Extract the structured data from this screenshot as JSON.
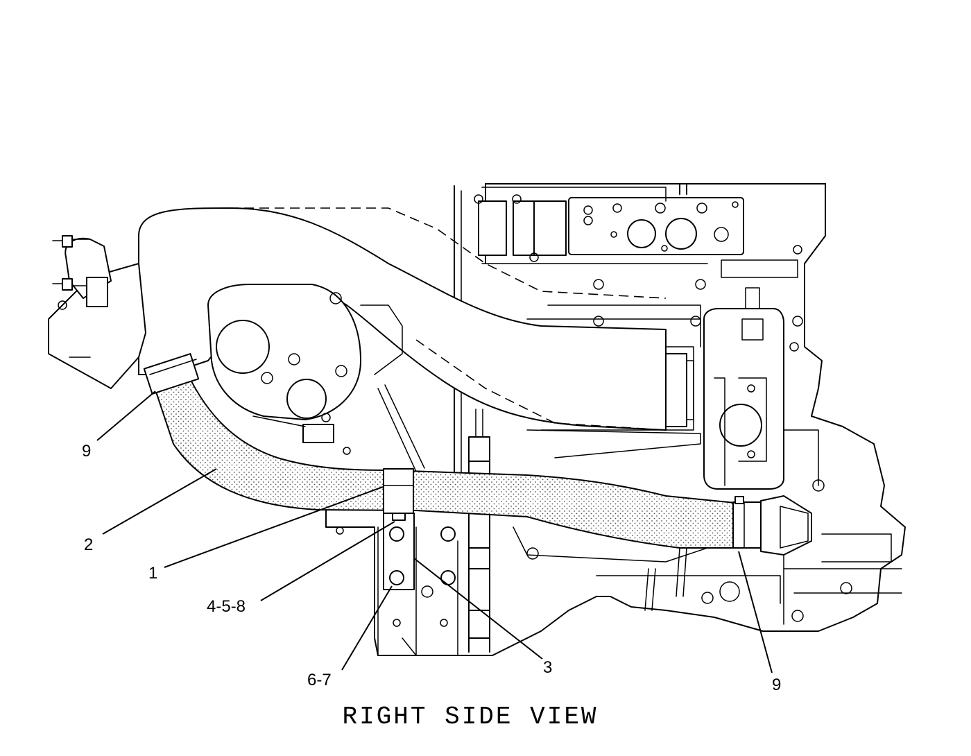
{
  "caption": "RIGHT SIDE VIEW",
  "callouts": {
    "c_9_left": "9",
    "c_2": "2",
    "c_1": "1",
    "c_458": "4-5-8",
    "c_67": "6-7",
    "c_3": "3",
    "c_9_right": "9"
  },
  "colors": {
    "line": "#000000",
    "background": "#ffffff",
    "hose_dots": "#555555"
  }
}
